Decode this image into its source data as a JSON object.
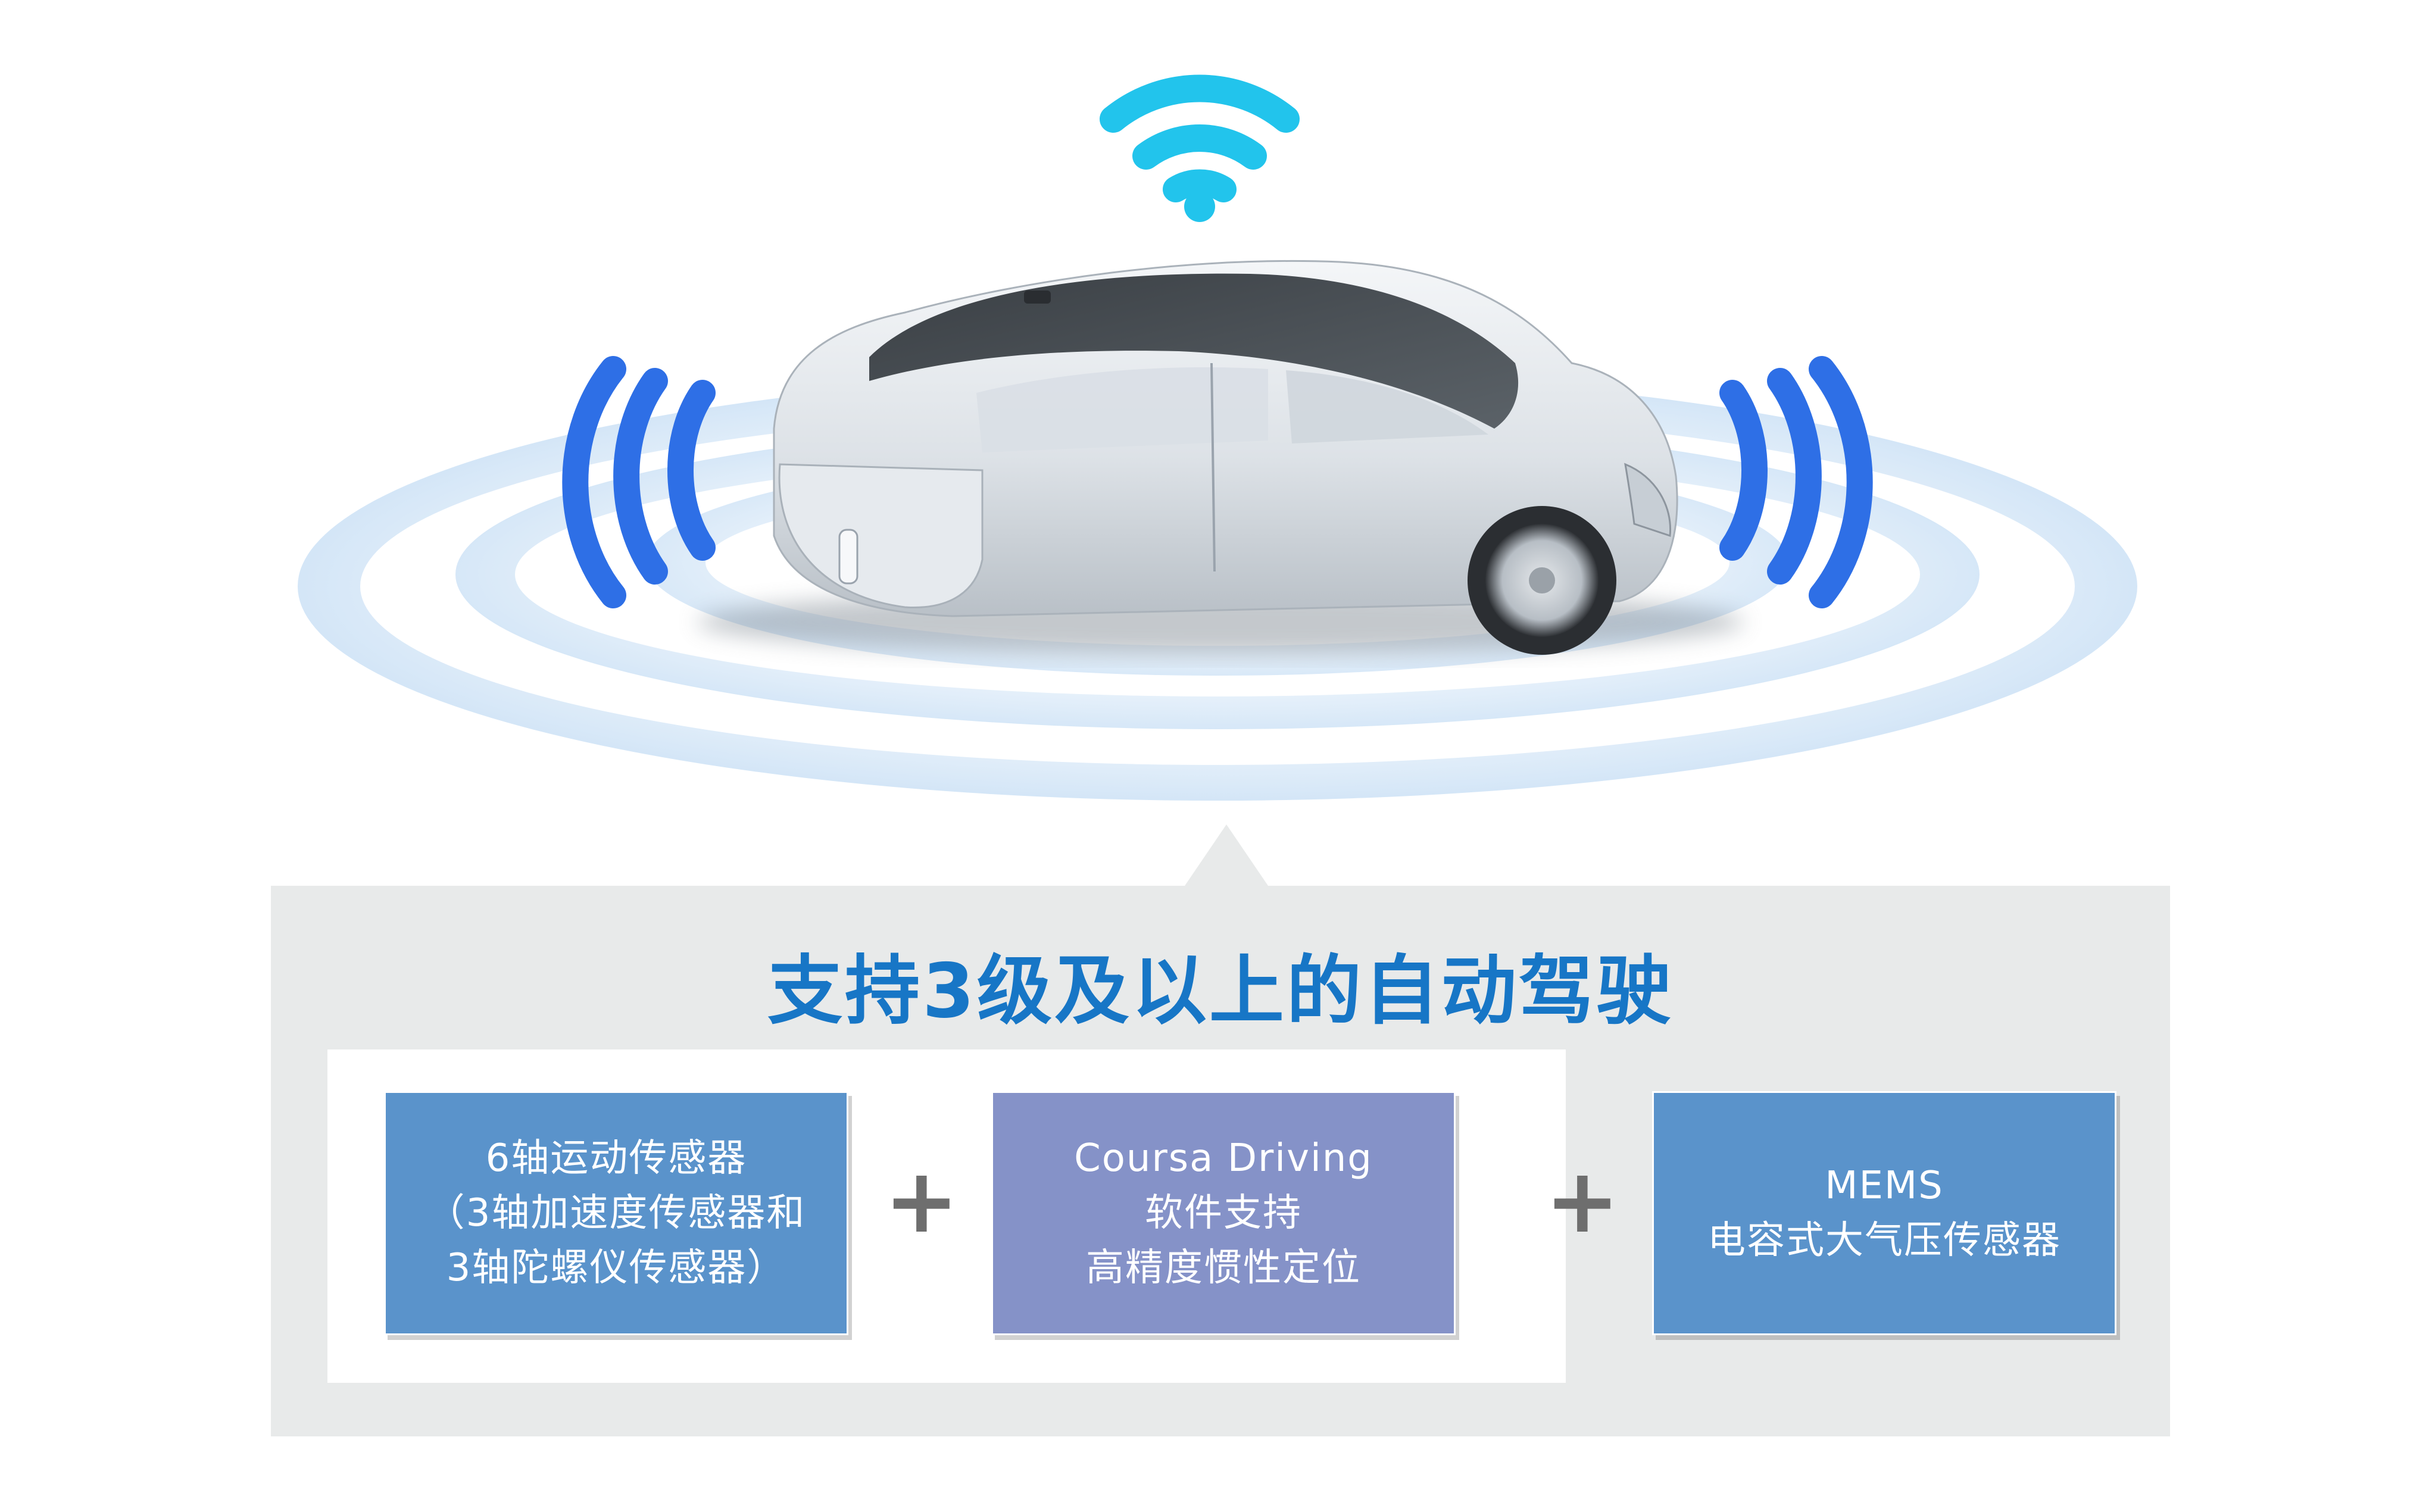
{
  "title": "支持3级及以上的自动驾驶",
  "boxes": [
    {
      "lines": [
        "6轴运动传感器",
        "（3轴加速度传感器和",
        "3轴陀螺仪传感器）"
      ],
      "color": "#5a93cb"
    },
    {
      "lines": [
        "Coursa Driving",
        "软件支持",
        "高精度惯性定位"
      ],
      "color": "#8592c8"
    },
    {
      "lines": [
        "MEMS",
        "电容式大气压传感器"
      ],
      "color": "#5a93cb"
    }
  ],
  "operators": [
    "+",
    "+"
  ],
  "colors": {
    "title": "#1776c6",
    "wifi": "#22c4ec",
    "signal_waves": "#2e6fe6",
    "panel_bg": "#e8eaea",
    "plus": "#6e6e6e"
  },
  "icons": [
    "wifi-icon",
    "signal-waves-left-icon",
    "signal-waves-right-icon",
    "car-illustration"
  ]
}
